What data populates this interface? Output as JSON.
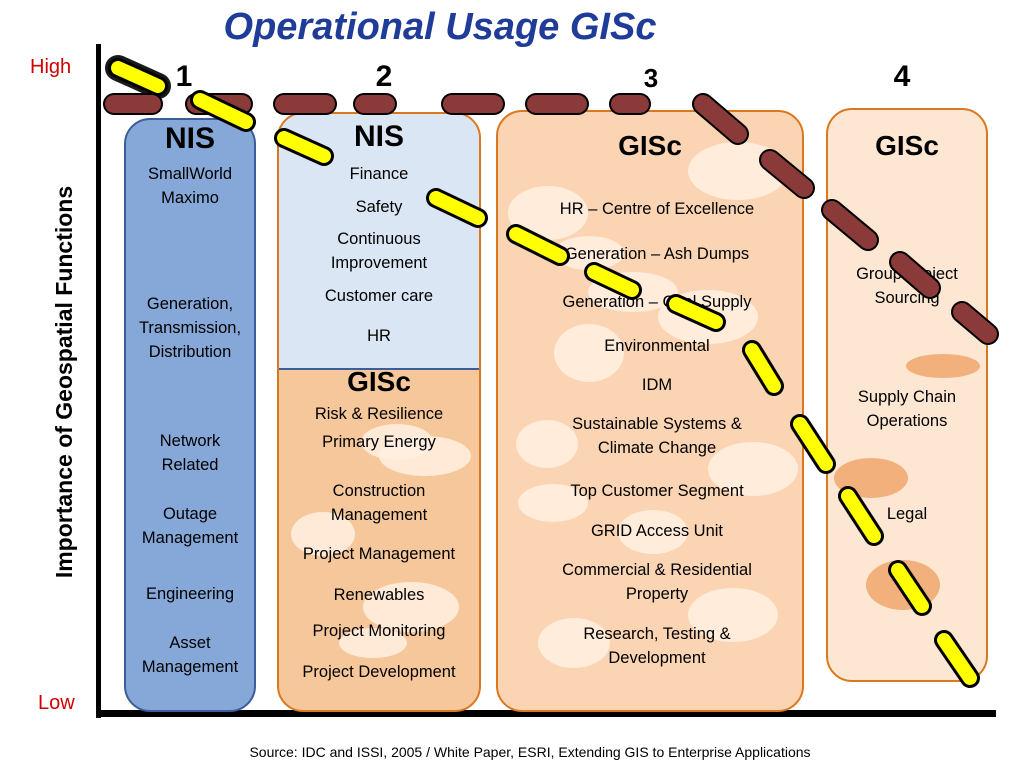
{
  "title": "Operational Usage GISc",
  "axis": {
    "high": "High",
    "low": "Low",
    "y_title": "Importance of Geospatial Functions"
  },
  "columns": [
    "1",
    "2",
    "3",
    "4"
  ],
  "col1": {
    "header": "NIS",
    "items": [
      "SmallWorld",
      "Maximo",
      "Generation,",
      "Transmission,",
      "Distribution",
      "Network",
      "Related",
      "Outage",
      "Management",
      "Engineering",
      "Asset",
      "Management"
    ]
  },
  "col2_top": {
    "header": "NIS",
    "items": [
      "Finance",
      "Safety",
      "Continuous",
      "Improvement",
      "Customer care",
      "HR"
    ]
  },
  "col2_bottom": {
    "header": "GISc",
    "items": [
      "Risk & Resilience",
      "Primary Energy",
      "Construction",
      "Management",
      "Project Management",
      "Renewables",
      "Project Monitoring",
      "Project Development"
    ]
  },
  "col3": {
    "header": "GISc",
    "items": [
      "HR – Centre of Excellence",
      "Generation – Ash Dumps",
      "Generation – Coal Supply",
      "Environmental",
      "IDM",
      "Sustainable Systems &",
      "Climate Change",
      "Top Customer Segment",
      "GRID Access Unit",
      "Commercial & Residential",
      "Property",
      "Research, Testing &",
      "Development"
    ]
  },
  "col4": {
    "header": "GISc",
    "items": [
      "Group Project",
      "Sourcing",
      "Supply Chain",
      "Operations",
      "Legal"
    ]
  },
  "source": "Source: IDC and ISSI, 2005 / White Paper, ESRI, Extending GIS to Enterprise Applications",
  "colors": {
    "title": "#1f3c99",
    "high_low": "#d00000",
    "nis_blue": "#86a8d8",
    "nis_light": "#dbe6f4",
    "gisc_orange": "#f6c79a",
    "border_orange": "#d9781e",
    "dash_red": "#8b3a3a",
    "dash_yellow": "#ffff00"
  }
}
